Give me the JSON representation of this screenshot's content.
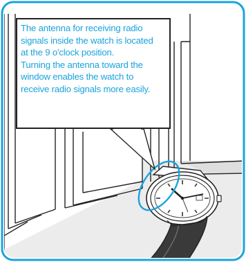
{
  "colors": {
    "accent": "#1aa3dc",
    "line": "#222222",
    "floor": "#e9e9e9"
  },
  "callout": {
    "lines": [
      "The antenna for receiving radio",
      "signals inside the watch is located",
      "at the 9 o'clock position.",
      "Turning the antenna toward the",
      "window enables the watch to",
      "receive radio signals more easily."
    ]
  },
  "icons": {
    "watch": "wristwatch-icon",
    "highlight": "antenna-highlight-ellipse"
  }
}
